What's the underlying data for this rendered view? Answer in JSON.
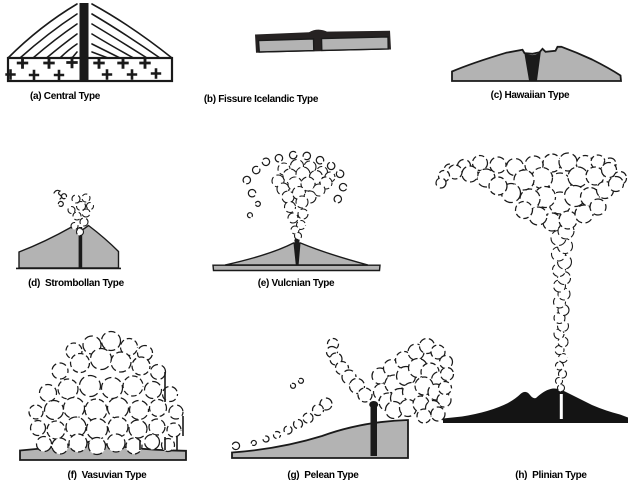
{
  "figure": {
    "background": "#ffffff",
    "colors": {
      "ink": "#1a1a1a",
      "gray": "#b3b3b3",
      "silhouette": "#141414",
      "slab_dark": "#262222",
      "background": "#ffffff"
    },
    "panels": [
      {
        "id": "a",
        "label": "(a) Central Type"
      },
      {
        "id": "b",
        "label": "(b) Fissure Icelandic Type"
      },
      {
        "id": "c",
        "label": "(c) Hawaiian Type"
      },
      {
        "id": "d",
        "label": "(d)  Strombollan Type"
      },
      {
        "id": "e",
        "label": "(e) Vulcnian Type"
      },
      {
        "id": "f",
        "label": "(f)  Vasuvian Type"
      },
      {
        "id": "g",
        "label": "(g)  Pelean Type"
      },
      {
        "id": "h",
        "label": "(h)  Plinian Type"
      }
    ]
  }
}
